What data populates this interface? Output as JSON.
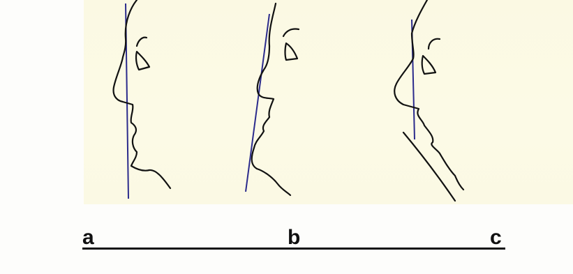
{
  "labels": {
    "a": "a",
    "b": "b",
    "c": "c"
  },
  "colors": {
    "reference_line": "#2b2b8c",
    "profile_stroke": "#111111",
    "paper": "#fcfae6"
  }
}
